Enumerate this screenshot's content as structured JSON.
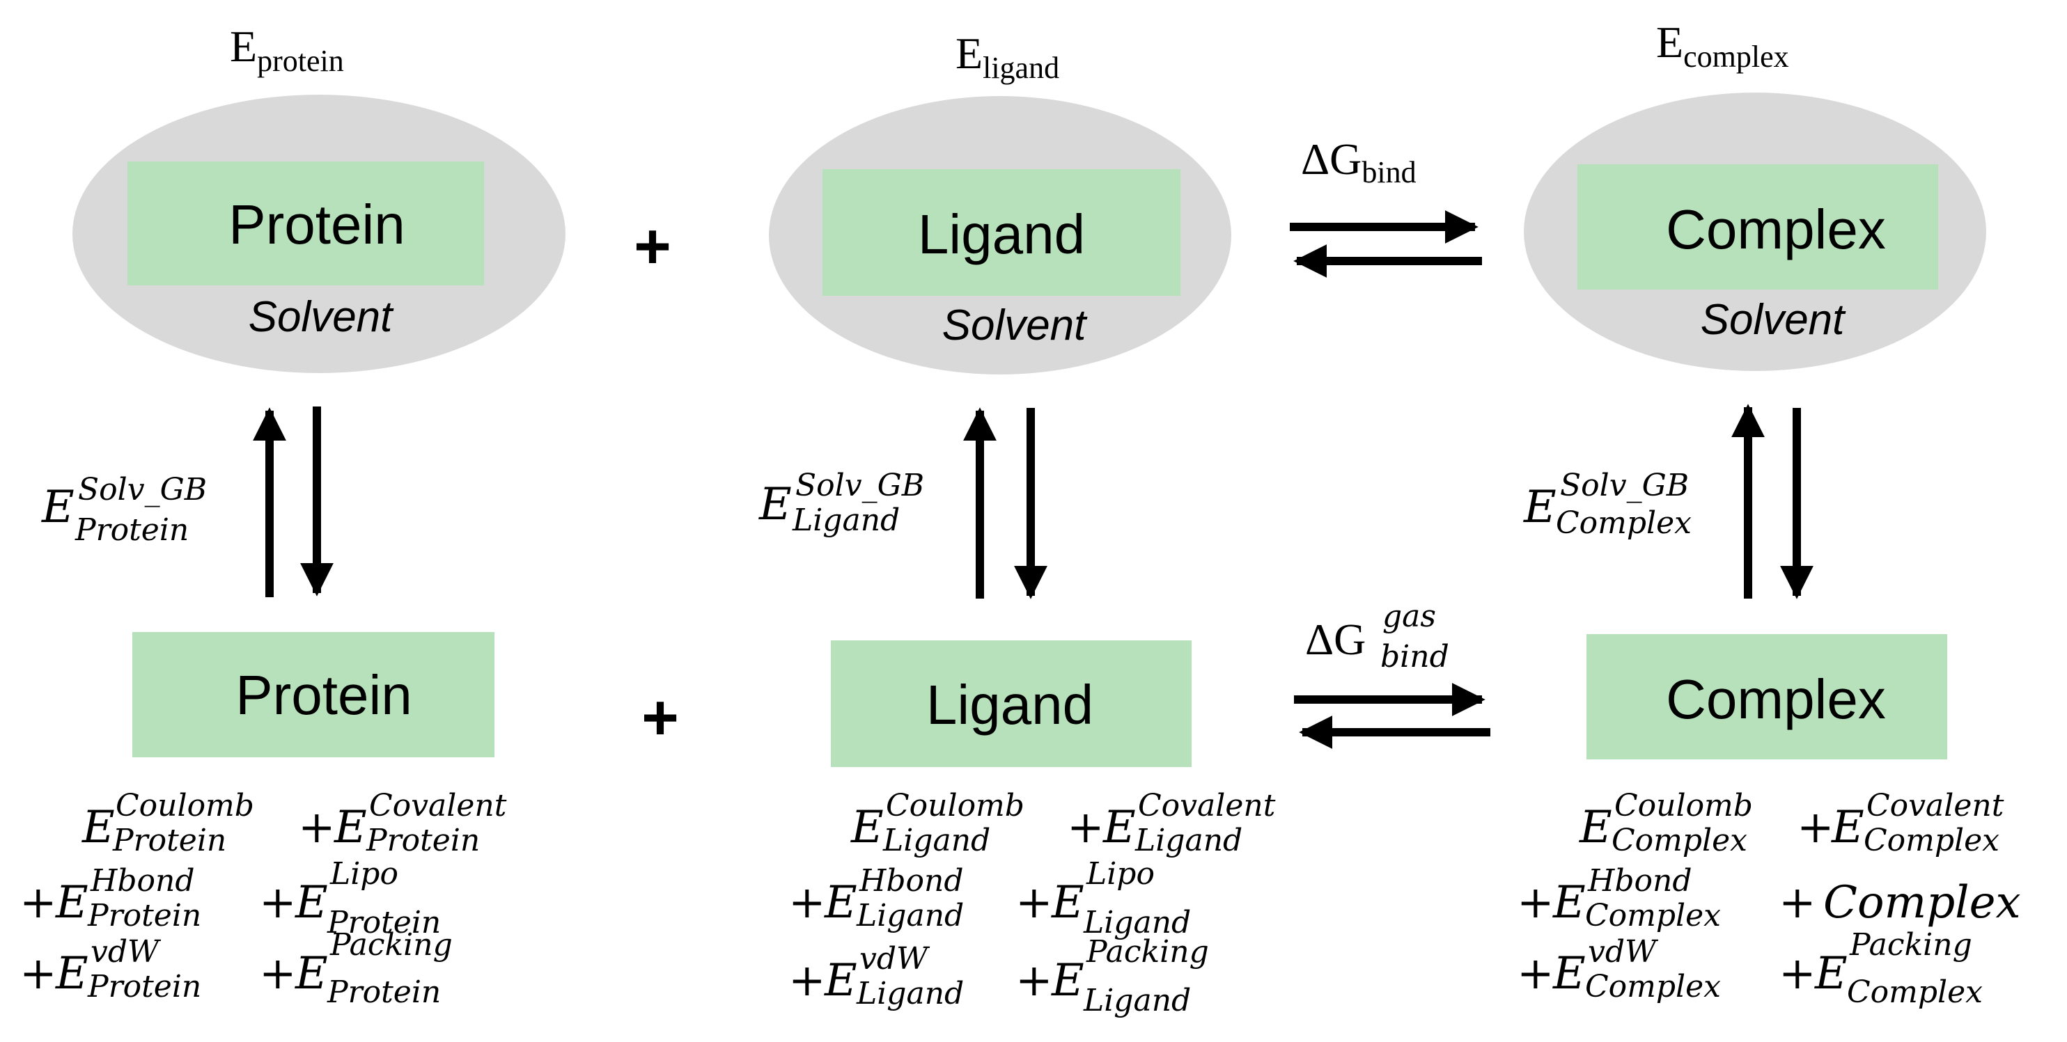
{
  "columns": [
    {
      "key": "protein",
      "energy_head": "E",
      "energy_sub": "protein",
      "solvated_label": "Protein",
      "solvent_label": "Solvent",
      "gas_label": "Protein",
      "solv_sup": "Solv_GB",
      "solv_sub": "Protein",
      "terms": {
        "coulomb_sup": "Coulomb",
        "coulomb_sub": "Protein",
        "covalent_sup": "Covalent",
        "covalent_sub": "Protein",
        "hbond_sup": "Hbond",
        "hbond_sub": "Protein",
        "lipo_sup": "Lipo",
        "lipo_sub": "Protein",
        "vdw_sup": "vdW",
        "vdw_sub": "Protein",
        "packing_sup": "Packing",
        "packing_sub": "Protein"
      }
    },
    {
      "key": "ligand",
      "energy_head": "E",
      "energy_sub": "ligand",
      "solvated_label": "Ligand",
      "solvent_label": "Solvent",
      "gas_label": "Ligand",
      "solv_sup": "Solv_GB",
      "solv_sub": "Ligand",
      "terms": {
        "coulomb_sup": "Coulomb",
        "coulomb_sub": "Ligand",
        "covalent_sup": "Covalent",
        "covalent_sub": "Ligand",
        "hbond_sup": "Hbond",
        "hbond_sub": "Ligand",
        "lipo_sup": "Lipo",
        "lipo_sub": "Ligand",
        "vdw_sup": "vdW",
        "vdw_sub": "Ligand",
        "packing_sup": "Packing",
        "packing_sub": "Ligand"
      }
    },
    {
      "key": "complex",
      "energy_head": "E",
      "energy_sub": "complex",
      "solvated_label": "Complex",
      "solvent_label": "Solvent",
      "gas_label": "Complex",
      "solv_sup": "Solv_GB",
      "solv_sub": "Complex",
      "terms": {
        "coulomb_sup": "Coulomb",
        "coulomb_sub": "Complex",
        "covalent_sup": "Covalent",
        "covalent_sub": "Complex",
        "hbond_sup": "Hbond",
        "hbond_sub": "Complex",
        "lipo_text": "Complex",
        "vdw_sup": "vdW",
        "vdw_sub": "Complex",
        "packing_sup": "Packing",
        "packing_sub": "Complex"
      }
    }
  ],
  "operators": {
    "plus": "+",
    "e": "E"
  },
  "binding": {
    "solvent": {
      "delta": "ΔG",
      "sub": "bind"
    },
    "gas": {
      "delta": "ΔG",
      "sup": "gas",
      "sub": "bind"
    }
  },
  "colors": {
    "ellipse": "#d9d9d9",
    "box": "#b7e1bb",
    "ink": "#000000"
  }
}
